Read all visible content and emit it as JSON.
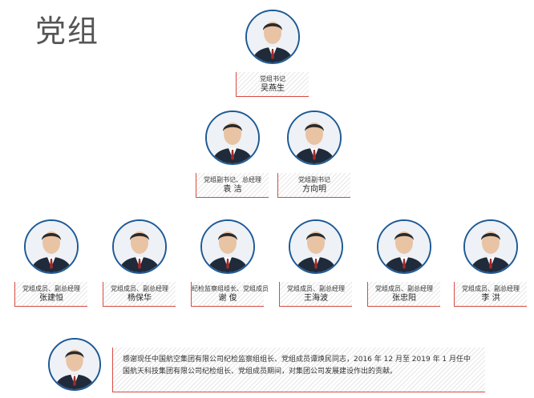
{
  "page": {
    "title": "党组"
  },
  "members": [
    {
      "role": "党组书记",
      "name": "吴燕生"
    },
    {
      "role": "党组副书记、总经理",
      "name": "袁 洁"
    },
    {
      "role": "党组副书记",
      "name": "方向明"
    },
    {
      "role": "党组成员、副总经理",
      "name": "张建恒"
    },
    {
      "role": "党组成员、副总经理",
      "name": "杨保华"
    },
    {
      "role": "纪检监察组组长、党组成员",
      "name": "谢 俊"
    },
    {
      "role": "党组成员、副总经理",
      "name": "王海波"
    },
    {
      "role": "党组成员、副总经理",
      "name": "张忠阳"
    },
    {
      "role": "党组成员、副总经理",
      "name": "李 洪"
    }
  ],
  "tribute": {
    "text": "感谢现任中国航空集团有限公司纪检监察组组长、党组成员谭焕民同志，2016 年 12 月至 2019 年 1 月任中国航天科技集团有限公司纪检组长、党组成员期间，对集团公司发展建设作出的贡献。"
  },
  "colors": {
    "title": "#555555",
    "ring": "#1d5a96",
    "accent": "#d84b43",
    "suit": "#1f2a3a"
  },
  "icons": {
    "portrait": "person-portrait-icon"
  }
}
